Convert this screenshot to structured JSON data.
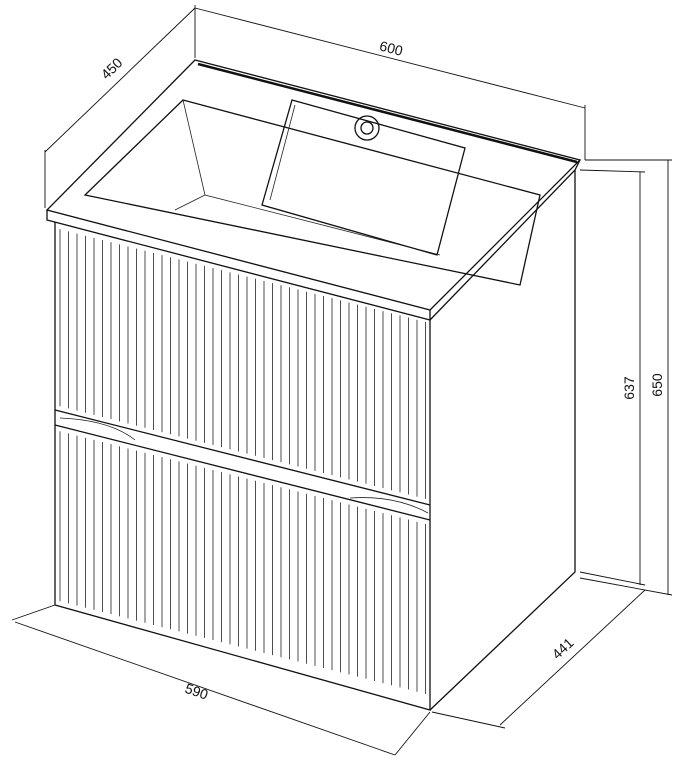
{
  "dimensions": {
    "width_top": "600",
    "depth_top": "450",
    "height_body": "637",
    "height_total": "650",
    "depth_body": "441",
    "width_body": "590"
  },
  "drawers": 2
}
